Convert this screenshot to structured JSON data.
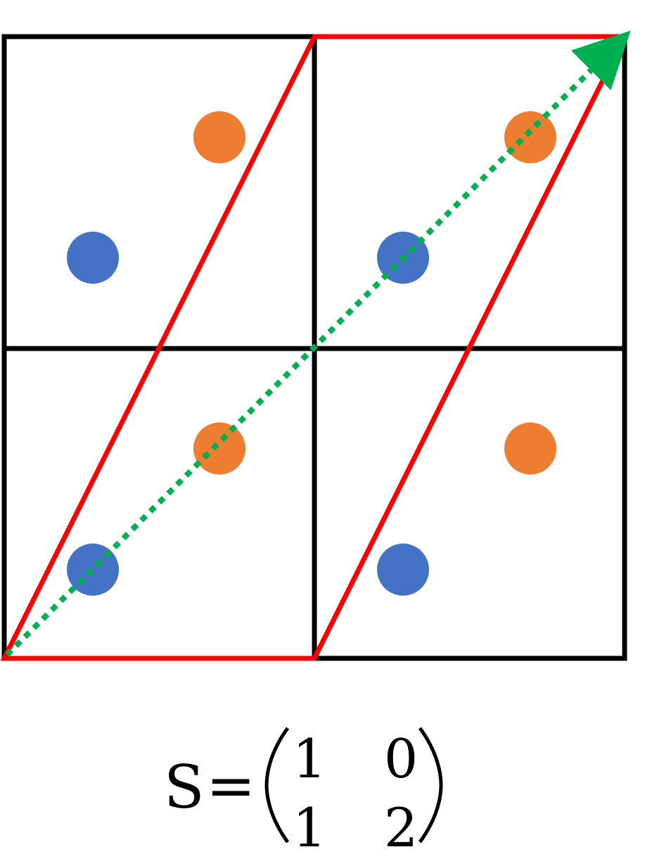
{
  "colors": {
    "grid": "#000000",
    "cell_outline": "#ff0000",
    "vector": "#00b050",
    "atom_a": "#4472c4",
    "atom_b": "#ed7d31"
  },
  "equation": {
    "lhs": "S",
    "sign": "=",
    "matrix": [
      [
        "1",
        "0"
      ],
      [
        "1",
        "2"
      ]
    ]
  }
}
